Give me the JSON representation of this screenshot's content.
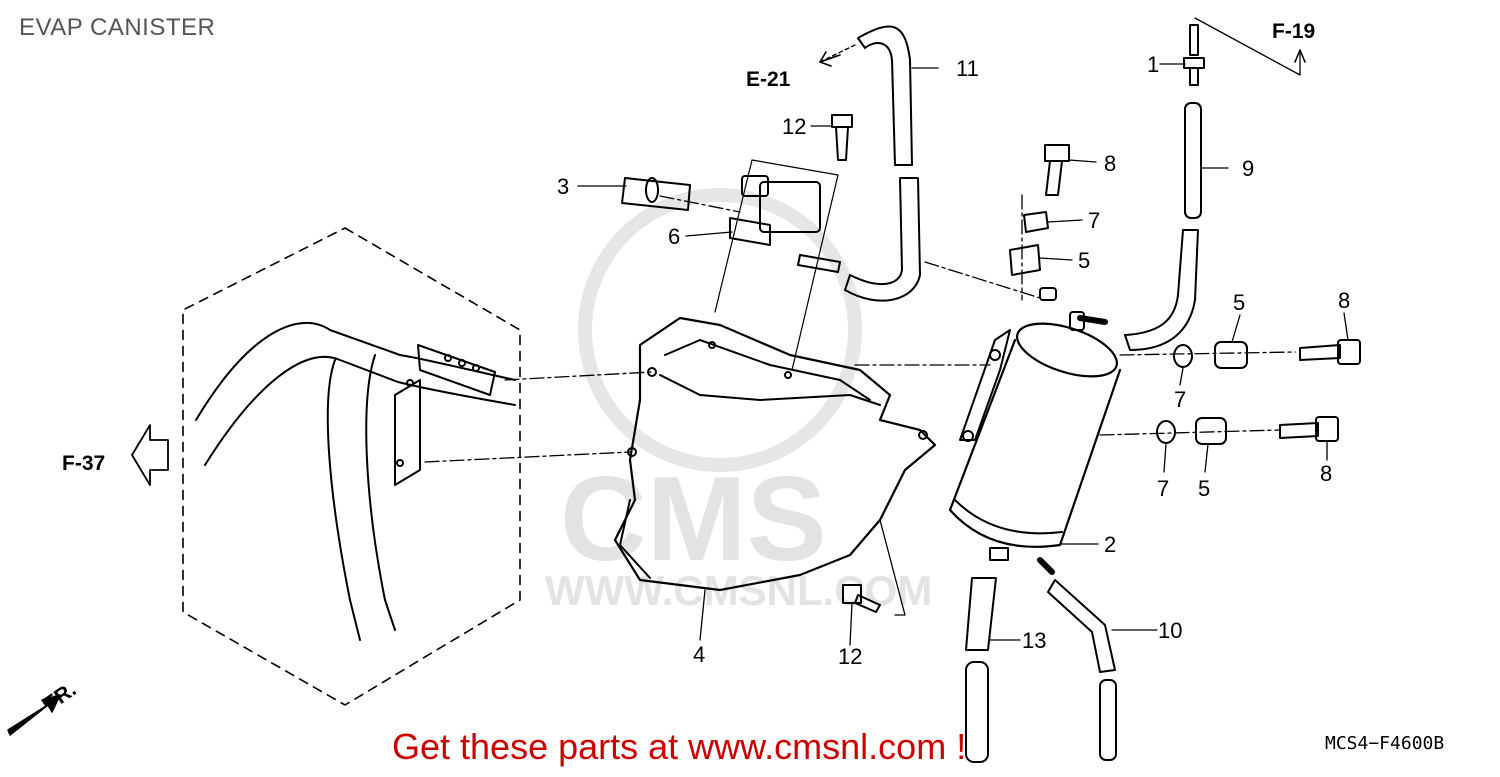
{
  "title": "EVAP CANISTER",
  "footer_text": "Get these parts at www.cmsnl.com !",
  "diagram_code": "MCS4−F4600B",
  "watermark": {
    "brand": "CMS",
    "url": "WWW.CMSNL.COM"
  },
  "section_refs": {
    "e21": "E-21",
    "f19": "F-19",
    "f37": "F-37",
    "fr": "FR."
  },
  "part_labels": {
    "p1": "1",
    "p2": "2",
    "p3": "3",
    "p4": "4",
    "p5a": "5",
    "p5b": "5",
    "p5c": "5",
    "p6": "6",
    "p7a": "7",
    "p7b": "7",
    "p7c": "7",
    "p8a": "8",
    "p8b": "8",
    "p8c": "8",
    "p9": "9",
    "p10": "10",
    "p11": "11",
    "p12a": "12",
    "p12b": "12",
    "p13": "13"
  },
  "colors": {
    "line": "#000000",
    "watermark": "#e3e3e3",
    "footer": "#cc0000",
    "title": "#555555"
  }
}
